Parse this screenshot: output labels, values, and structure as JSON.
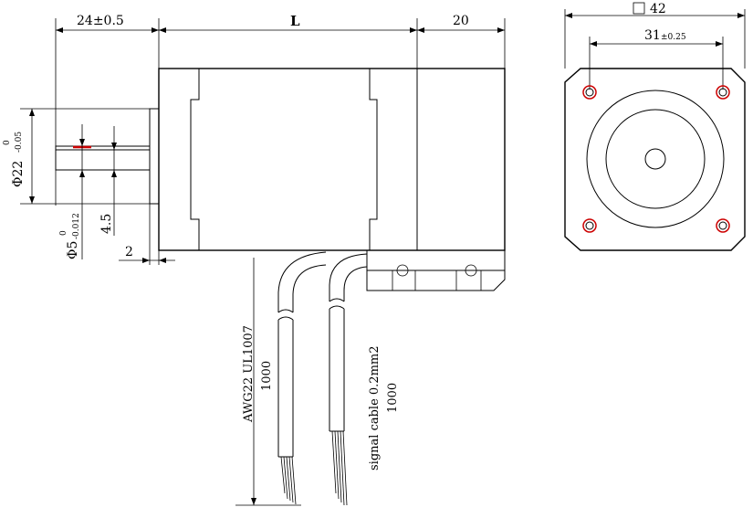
{
  "dimensions": {
    "shaft_length": "24±0.5",
    "body_length": "L",
    "rear_length": "20",
    "flange_square": "42",
    "hole_spacing_main": "31",
    "hole_spacing_tol": "±0.25",
    "boss_dia_main": "Φ22",
    "boss_dia_tol_upper": "0",
    "boss_dia_tol_lower": "-0.05",
    "shaft_dia_main": "Φ5",
    "shaft_dia_tol_upper": "0",
    "shaft_dia_tol_lower": "-0.012",
    "flat_depth": "4.5",
    "boss_height": "2"
  },
  "cables": {
    "power_spec": "AWG22 UL1007",
    "power_length": "1000",
    "signal_spec": "signal cable 0.2mm2",
    "signal_length": "1000"
  },
  "colors": {
    "line": "#000000",
    "accent_red": "#cc0000"
  }
}
